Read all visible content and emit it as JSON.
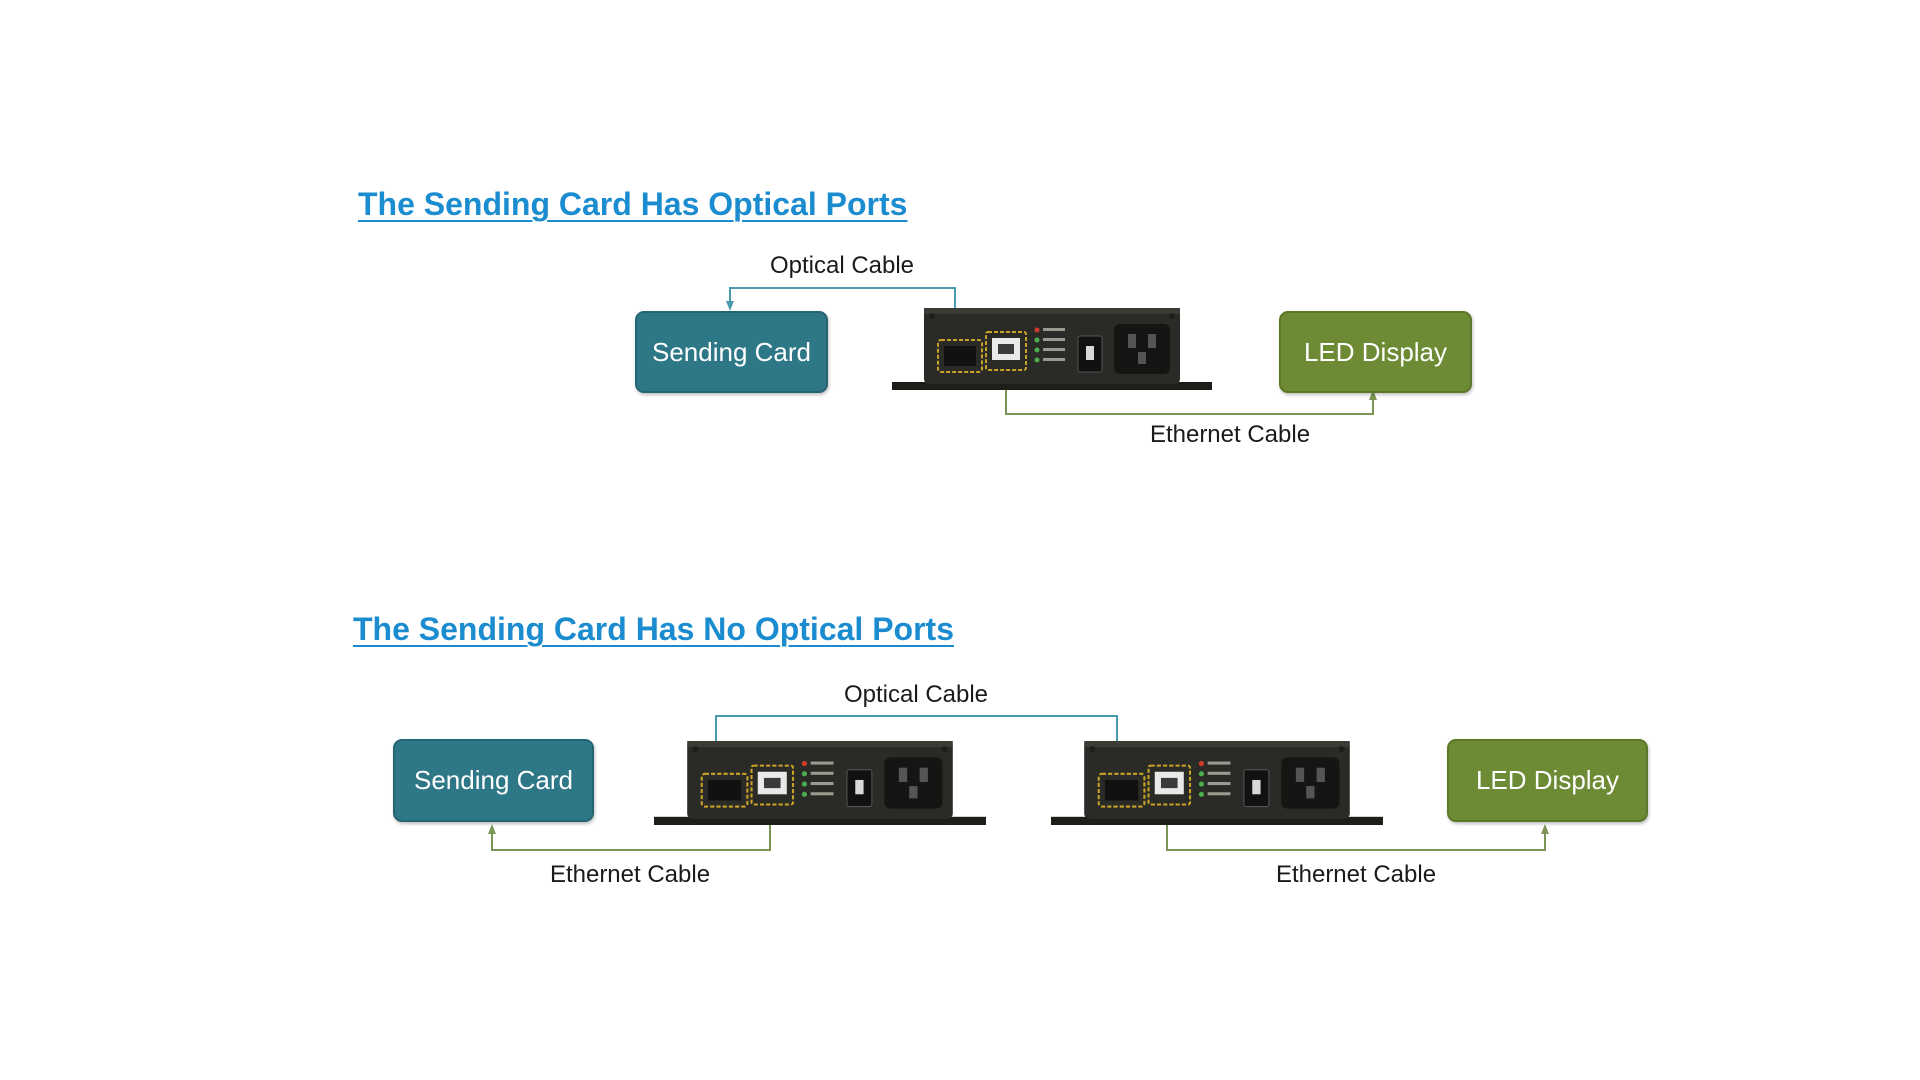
{
  "colors": {
    "heading": "#1a8ccf",
    "sending_card": "#2e7786",
    "led_display": "#6d8a34",
    "optical_line": "#4a9aae",
    "ethernet_line": "#7a9554",
    "device_body": "#2a2b26",
    "device_highlight": "#c9a227"
  },
  "sections": [
    {
      "title": "The Sending Card Has Optical Ports",
      "optical_cable_label": "Optical Cable",
      "ethernet_cable_label": "Ethernet Cable",
      "sending_card_label": "Sending Card",
      "led_display_label": "LED Display"
    },
    {
      "title": "The Sending Card Has No Optical Ports",
      "optical_cable_label": "Optical Cable",
      "ethernet_cable_label_left": "Ethernet Cable",
      "ethernet_cable_label_right": "Ethernet Cable",
      "sending_card_label": "Sending Card",
      "led_display_label": "LED Display"
    }
  ],
  "device": {
    "icon": "fiber-converter-icon"
  }
}
